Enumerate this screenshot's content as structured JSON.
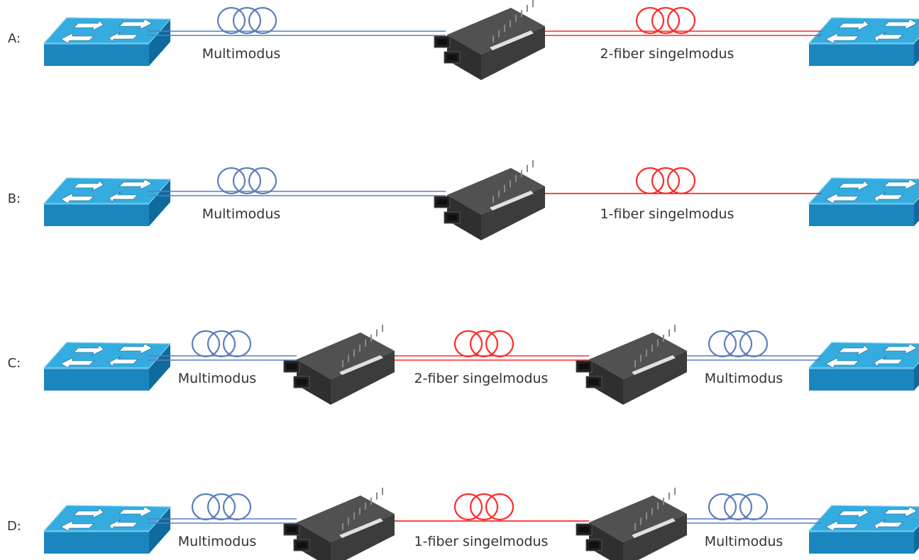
{
  "colors": {
    "multimode": "#5b7fb9",
    "singlemode": "#ff2a2a",
    "switch_top": "#2fa8dc",
    "switch_side": "#1277ad",
    "converter_body": "#3f3f3f",
    "text": "#333333"
  },
  "icons": {
    "switch": "network-switch-icon",
    "converter": "media-converter-icon",
    "fiber_coil": "fiber-coil-icon"
  },
  "rows": [
    {
      "label": "A:",
      "converters": 1,
      "segments": [
        {
          "label": "Multimodus",
          "type": "multimode",
          "fibers": 2
        },
        {
          "label": "2-fiber singelmodus",
          "type": "singlemode",
          "fibers": 2
        }
      ]
    },
    {
      "label": "B:",
      "converters": 1,
      "segments": [
        {
          "label": "Multimodus",
          "type": "multimode",
          "fibers": 2
        },
        {
          "label": "1-fiber singelmodus",
          "type": "singlemode",
          "fibers": 1
        }
      ]
    },
    {
      "label": "C:",
      "converters": 2,
      "segments": [
        {
          "label": "Multimodus",
          "type": "multimode",
          "fibers": 2
        },
        {
          "label": "2-fiber singelmodus",
          "type": "singlemode",
          "fibers": 2
        },
        {
          "label": "Multimodus",
          "type": "multimode",
          "fibers": 2
        }
      ]
    },
    {
      "label": "D:",
      "converters": 2,
      "segments": [
        {
          "label": "Multimodus",
          "type": "multimode",
          "fibers": 2
        },
        {
          "label": "1-fiber singelmodus",
          "type": "singlemode",
          "fibers": 1
        },
        {
          "label": "Multimodus",
          "type": "multimode",
          "fibers": 2
        }
      ]
    }
  ]
}
